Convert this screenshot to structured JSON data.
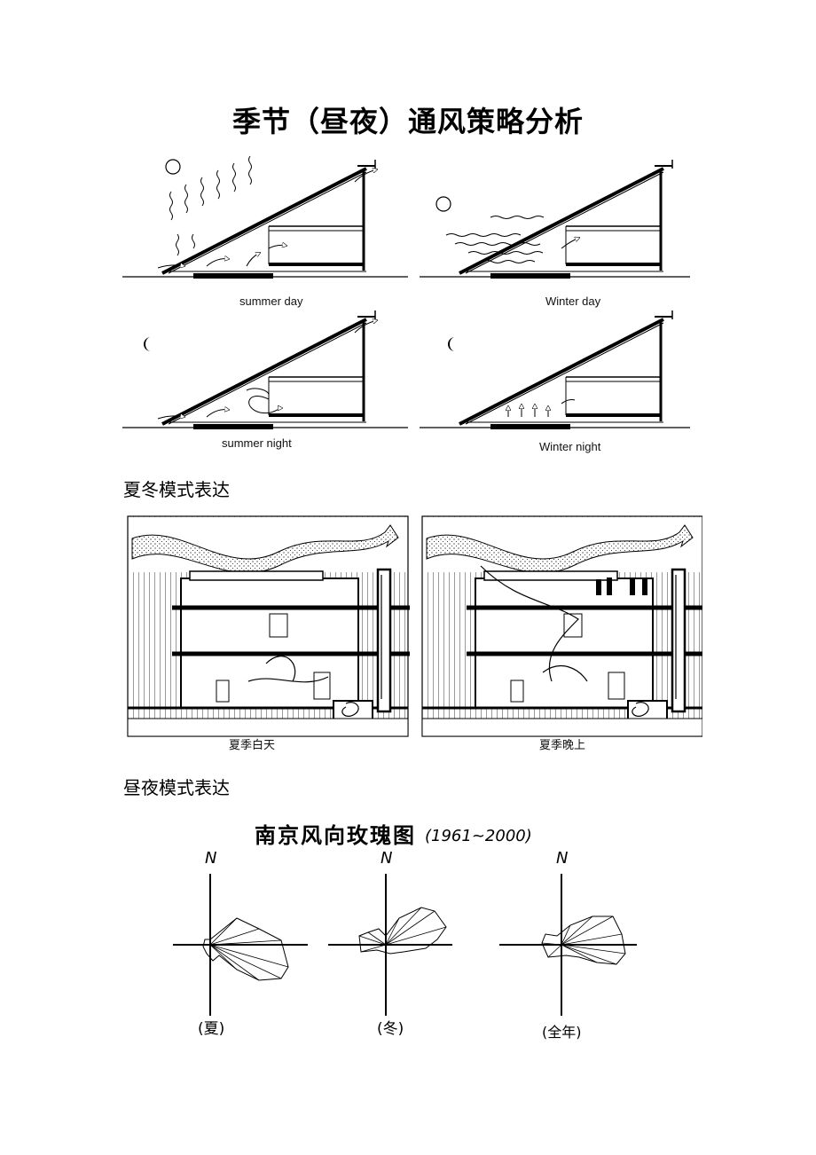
{
  "page_title": "季节（昼夜）通风策略分析",
  "sections": {
    "seasonal_caption": "夏冬模式表达",
    "daynight_caption": "昼夜模式表达"
  },
  "seasonal_diagrams": [
    {
      "label": "summer day"
    },
    {
      "label": "Winter day"
    },
    {
      "label": "summer night"
    },
    {
      "label": "Winter night"
    }
  ],
  "building_sections": [
    {
      "label": "夏季白天"
    },
    {
      "label": "夏季晚上"
    }
  ],
  "wind_rose": {
    "title": "南京风向玫瑰图",
    "period": "(1961~2000)",
    "north_label": "N",
    "roses": [
      {
        "label": "(夏)"
      },
      {
        "label": "(冬)"
      },
      {
        "label": "(全年)"
      }
    ]
  }
}
